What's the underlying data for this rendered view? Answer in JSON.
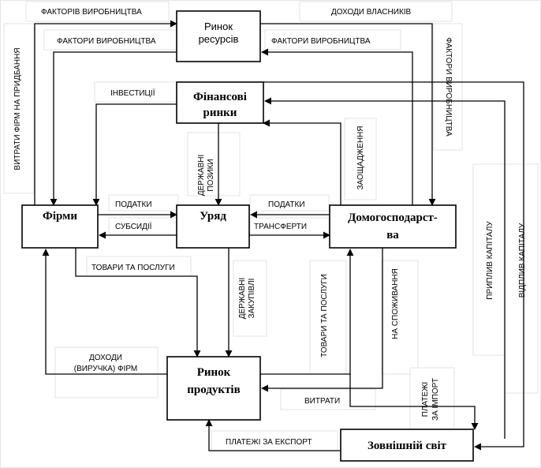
{
  "nodes": {
    "resource_market": [
      "Ринок",
      "ресурсів"
    ],
    "financial_markets": [
      "Фінансові",
      "ринки"
    ],
    "firms": "Фірми",
    "government": "Уряд",
    "households": [
      "Домогосподарст-",
      "ва"
    ],
    "product_market": [
      "Ринок",
      "продуктів"
    ],
    "outside_world": "Зовнішній світ"
  },
  "flows": {
    "firms_factors_top": "ФАКТОРІВ ВИРОБНИЦТВА",
    "owners_income": "ДОХОДИ ВЛАСНИКІВ",
    "factors_to_firms": "ФАКТОРИ ВИРОБНИЦТВА",
    "factors_from_households": "ФАКТОРИ ВИРОБНИЦТВА",
    "factors_right_vertical": "ФАКТОРИ ВИРОБНИЦТВА",
    "firm_purchase_costs": "ВИТРАТИ ФІРМ НА ПРИДБАННЯ",
    "investment": "ІНВЕСТИЦІЇ",
    "government_loans": [
      "ДЕРЖАВНІ",
      "ПОЗИКИ"
    ],
    "savings": "ЗАОЩАДЖЕННЯ",
    "taxes_firms": "ПОДАТКИ",
    "subsidies": "СУБСИДІЇ",
    "taxes_households": "ПОДАТКИ",
    "transfers": "ТРАНСФЕРТИ",
    "goods_services_firms": "ТОВАРИ ТА ПОСЛУГИ",
    "government_purchases": [
      "ДЕРЖАВНІ",
      "ЗАКУПІВЛІ"
    ],
    "goods_services_households": "ТОВАРИ ТА ПОСЛУГИ",
    "consumption": "НА СПОЖИВАННЯ",
    "firm_revenue": [
      "ДОХОДИ",
      "(ВИРУЧКА) ФІРМ"
    ],
    "spending": "ВИТРАТИ",
    "import_payments": [
      "ПЛАТЕЖІ",
      "ЗА ІМПОРТ"
    ],
    "export_payments": "ПЛАТЕЖІ ЗА ЕКСПОРТ",
    "capital_inflow": "ПРИПЛИВ КАПІТАЛУ",
    "capital_outflow": "ВІДПЛИВ КАПІТАЛУ"
  }
}
